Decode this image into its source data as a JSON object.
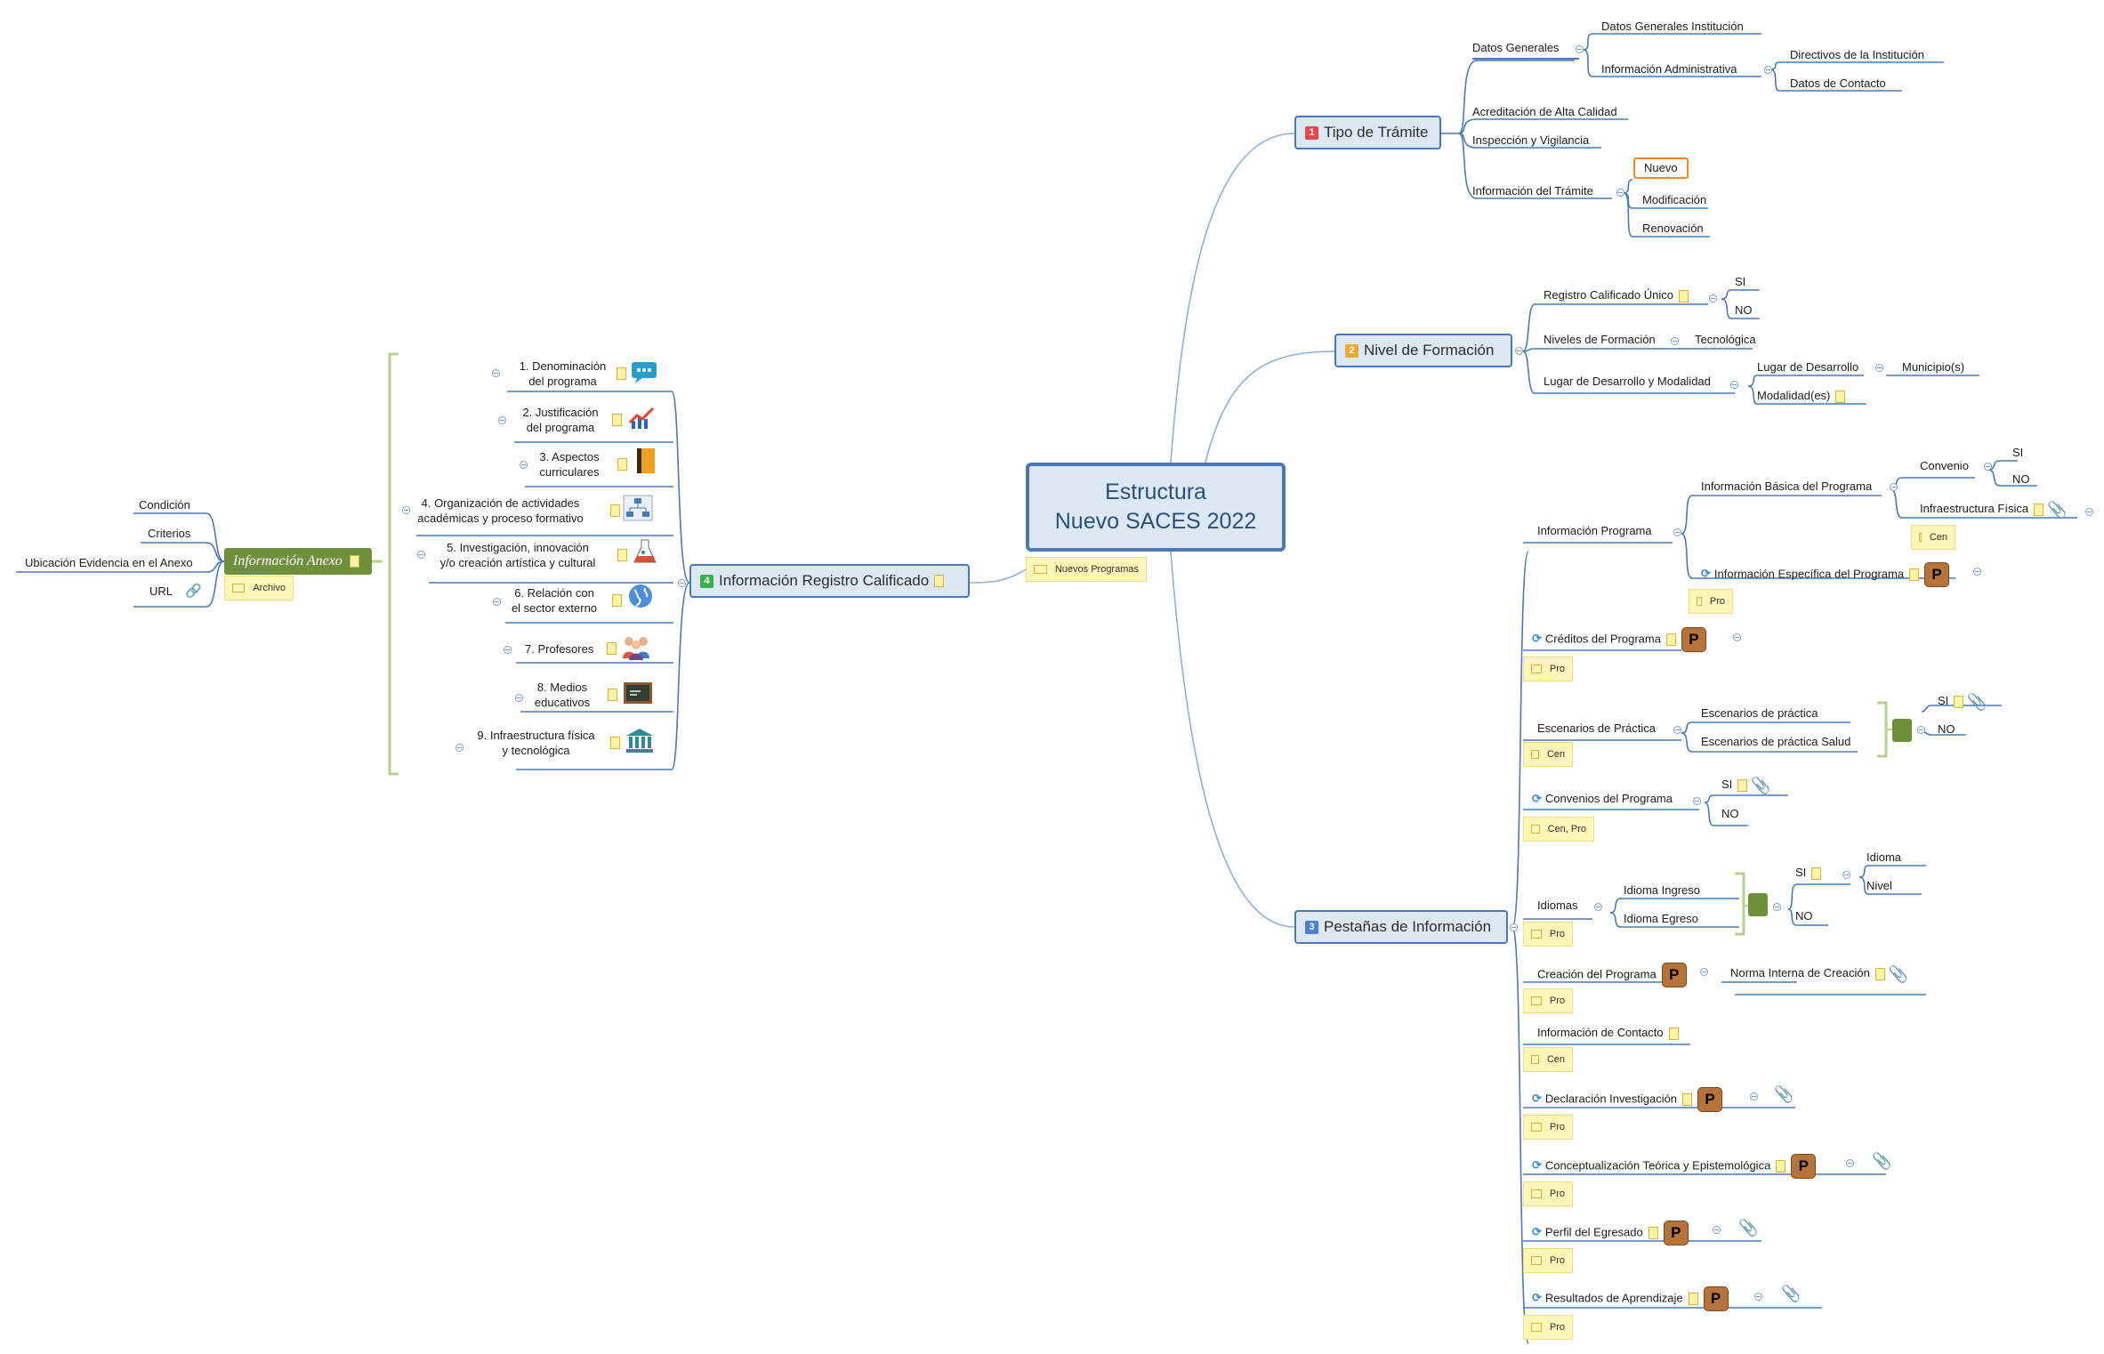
{
  "central": {
    "line1": "Estructura",
    "line2": "Nuevo SACES 2022"
  },
  "central_note": "Nuevos Programas",
  "tipo": {
    "num": "1",
    "num_color": "#e24a4a",
    "title": "Tipo de Trámite",
    "datos_generales": "Datos Generales",
    "datos_generales_institucion": "Datos Generales Institución",
    "informacion_administrativa": "Información Administrativa",
    "directivos": "Directivos de la Institución",
    "datos_contacto": "Datos de Contacto",
    "acreditacion": "Acreditación de Alta Calidad",
    "inspeccion": "Inspección y Vigilancia",
    "info_tramite": "Información del Trámite",
    "nuevo": "Nuevo",
    "modificacion": "Modificación",
    "renovacion": "Renovación"
  },
  "nivel": {
    "num": "2",
    "num_color": "#f0a830",
    "title": "Nivel de Formación",
    "registro_unico": "Registro Calificado Único",
    "si": "SI",
    "no": "NO",
    "niveles": "Niveles de Formación",
    "tecnologica": "Tecnológica",
    "lugar_modalidad": "Lugar de Desarrollo y Modalidad",
    "lugar": "Lugar de Desarrollo",
    "municipios": "Municipio(s)",
    "modalidades": "Modalidad(es)"
  },
  "pestanas": {
    "num": "3",
    "num_color": "#4a7fd4",
    "title": "Pestañas de Información",
    "info_programa": "Información Programa",
    "info_basica": "Información Básica del Programa",
    "convenio": "Convenio",
    "si": "SI",
    "no": "NO",
    "infraestructura": "Infraestructura Física",
    "cen": "Cen",
    "info_especifica": "Información Específica del Programa",
    "pro": "Pro",
    "creditos": "Créditos del Programa",
    "escenarios": "Escenarios de Práctica",
    "escenarios_practica": "Escenarios de práctica",
    "escenarios_salud": "Escenarios de práctica Salud",
    "convenios": "Convenios del Programa",
    "cen_pro": "Cen, Pro",
    "idiomas": "Idiomas",
    "idioma_ingreso": "Idioma Ingreso",
    "idioma_egreso": "Idioma Egreso",
    "idioma": "Idioma",
    "nivel": "Nivel",
    "creacion": "Creación del Programa",
    "norma": "Norma Interna de Creación",
    "contacto": "Información de Contacto",
    "declaracion": "Declaración Investigación",
    "conceptualizacion": "Conceptualización Teórica y Epistemológica",
    "perfil": "Perfil del Egresado",
    "resultados": "Resultados de Aprendizaje",
    "p_badge": "P"
  },
  "registro": {
    "num": "4",
    "num_color": "#3cb04a",
    "title": "Información Registro Calificado",
    "items": [
      {
        "line1": "1. Denominación",
        "line2": "del programa",
        "icon": "chat-icon"
      },
      {
        "line1": "2. Justificación",
        "line2": "del programa",
        "icon": "trend-chart-icon"
      },
      {
        "line1": "3. Aspectos",
        "line2": "curriculares",
        "icon": "notebook-icon"
      },
      {
        "line1": "4. Organización de actividades",
        "line2": "académicas y proceso formativo",
        "icon": "org-chart-icon"
      },
      {
        "line1": "5. Investigación, innovación",
        "line2": "y/o creación artística y cultural",
        "icon": "flask-icon"
      },
      {
        "line1": "6. Relación con",
        "line2": "el sector externo",
        "icon": "globe-icon"
      },
      {
        "line1": "7. Profesores",
        "line2": "",
        "icon": "people-icon"
      },
      {
        "line1": "8. Medios",
        "line2": "educativos",
        "icon": "chalkboard-icon"
      },
      {
        "line1": "9. Infraestructura física",
        "line2": "y tecnológica",
        "icon": "building-icon"
      }
    ]
  },
  "anexo": {
    "title": "Información Anexo",
    "note": "Archivo",
    "condicion": "Condición",
    "criterios": "Criterios",
    "ubicacion": "Ubicación Evidencia en el Anexo",
    "url": "URL"
  },
  "colors": {
    "line": "#4a78b8",
    "topic_fill": "#dde8f5",
    "note_fill": "#fff6b8",
    "bracket": "#b9cf8e",
    "badge": "#b7743a"
  }
}
